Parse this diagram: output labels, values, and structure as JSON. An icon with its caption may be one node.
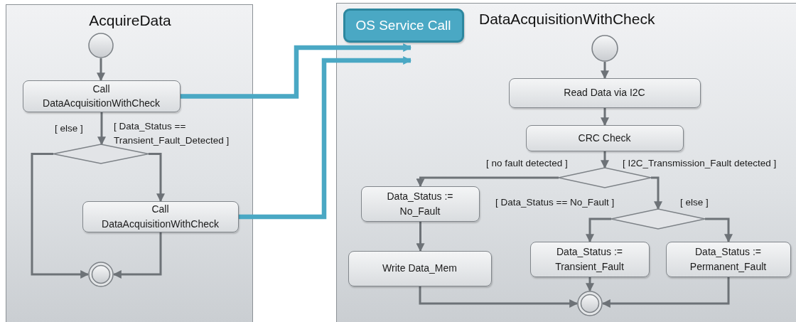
{
  "diagram": {
    "nodes": [
      {
        "text": [
          "AcquireData"
        ]
      },
      {
        "text": [],
        "shape": "circle",
        "in": 0
      },
      {
        "text": [
          "Call DataAcquisitionWithCheck"
        ],
        "in": 0
      },
      {
        "text": [],
        "shape": "diamond",
        "in": 0
      },
      {
        "text": [
          "Call DataAcquisitionWithCheck"
        ],
        "in": 0
      },
      {
        "text": [],
        "shape": "bullseye",
        "in": 0
      },
      {
        "text": [
          "DataAcquisitionWithCheck"
        ]
      },
      {
        "text": [
          "OS Service Call"
        ],
        "in": 6
      },
      {
        "text": [],
        "shape": "circle",
        "in": 6
      },
      {
        "text": [
          "Read Data via I2C"
        ],
        "in": 6
      },
      {
        "text": [
          "CRC Check"
        ],
        "in": 6
      },
      {
        "text": [],
        "shape": "diamond",
        "in": 6
      },
      {
        "text": [
          "Data_Status := No_Fault"
        ],
        "in": 6
      },
      {
        "text": [],
        "shape": "diamond",
        "in": 6
      },
      {
        "text": [
          "Write Data_Mem"
        ],
        "in": 6
      },
      {
        "text": [
          "Data_Status := Transient_Fault"
        ],
        "in": 6
      },
      {
        "text": [
          "Data_Status := Permanent_Fault"
        ],
        "in": 6
      },
      {
        "text": [],
        "shape": "bullseye",
        "in": 6
      }
    ],
    "edges": [
      {
        "from": 1,
        "to": 2,
        "arrow": "to"
      },
      {
        "from": 2,
        "to": 3,
        "arrow": "to"
      },
      {
        "from": 3,
        "to": 4,
        "arrow": "to",
        "label": "[ Data_Status == Transient_Fault_Detected ]"
      },
      {
        "from": 3,
        "to": 5,
        "arrow": "to",
        "label": "[ else ]"
      },
      {
        "from": 4,
        "to": 5,
        "arrow": "to"
      },
      {
        "from": 2,
        "to": 7,
        "arrow": "to",
        "style": "thick",
        "color": "#4aa8c4"
      },
      {
        "from": 4,
        "to": 7,
        "arrow": "to",
        "style": "thick",
        "color": "#4aa8c4"
      },
      {
        "from": 8,
        "to": 9,
        "arrow": "to"
      },
      {
        "from": 9,
        "to": 10,
        "arrow": "to"
      },
      {
        "from": 10,
        "to": 11,
        "arrow": "to"
      },
      {
        "from": 11,
        "to": 12,
        "arrow": "to",
        "label": "[ no fault detected ]"
      },
      {
        "from": 11,
        "to": 13,
        "arrow": "to",
        "label": "[ I2C_Transmission_Fault detected ]"
      },
      {
        "from": 12,
        "to": 14,
        "arrow": "to"
      },
      {
        "from": 13,
        "to": 15,
        "arrow": "to",
        "label": "[ Data_Status == No_Fault ]"
      },
      {
        "from": 13,
        "to": 16,
        "arrow": "to",
        "label": "[ else ]"
      },
      {
        "from": 14,
        "to": 17,
        "arrow": "to"
      },
      {
        "from": 15,
        "to": 17,
        "arrow": "to"
      },
      {
        "from": 16,
        "to": 17,
        "arrow": "to"
      }
    ]
  }
}
